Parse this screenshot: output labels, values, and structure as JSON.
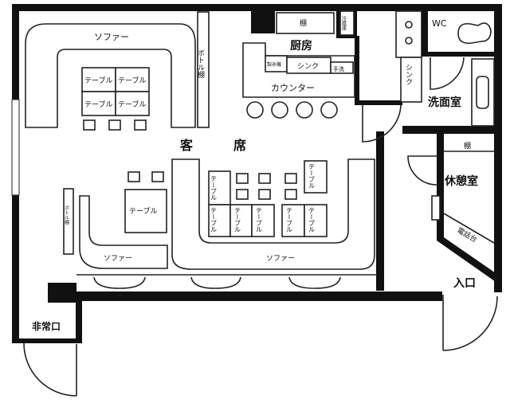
{
  "plan": {
    "rooms": {
      "kitchen": "厨房",
      "seating": [
        "客",
        "席"
      ],
      "wc": "WC",
      "washroom": "洗面室",
      "lounge": "休憩室",
      "entrance": "入口",
      "emergency_exit": "非常口"
    },
    "fixtures": {
      "shelf": "棚",
      "fridge": "冷蔵庫",
      "ice_maker": "製氷機",
      "sink": "シンク",
      "hand_wash": "手洗",
      "counter": "カウンター",
      "sofa": "ソファー",
      "table": "テーブル",
      "bottle_shelf": "ボトル棚",
      "phone_stand": "電話台"
    }
  }
}
